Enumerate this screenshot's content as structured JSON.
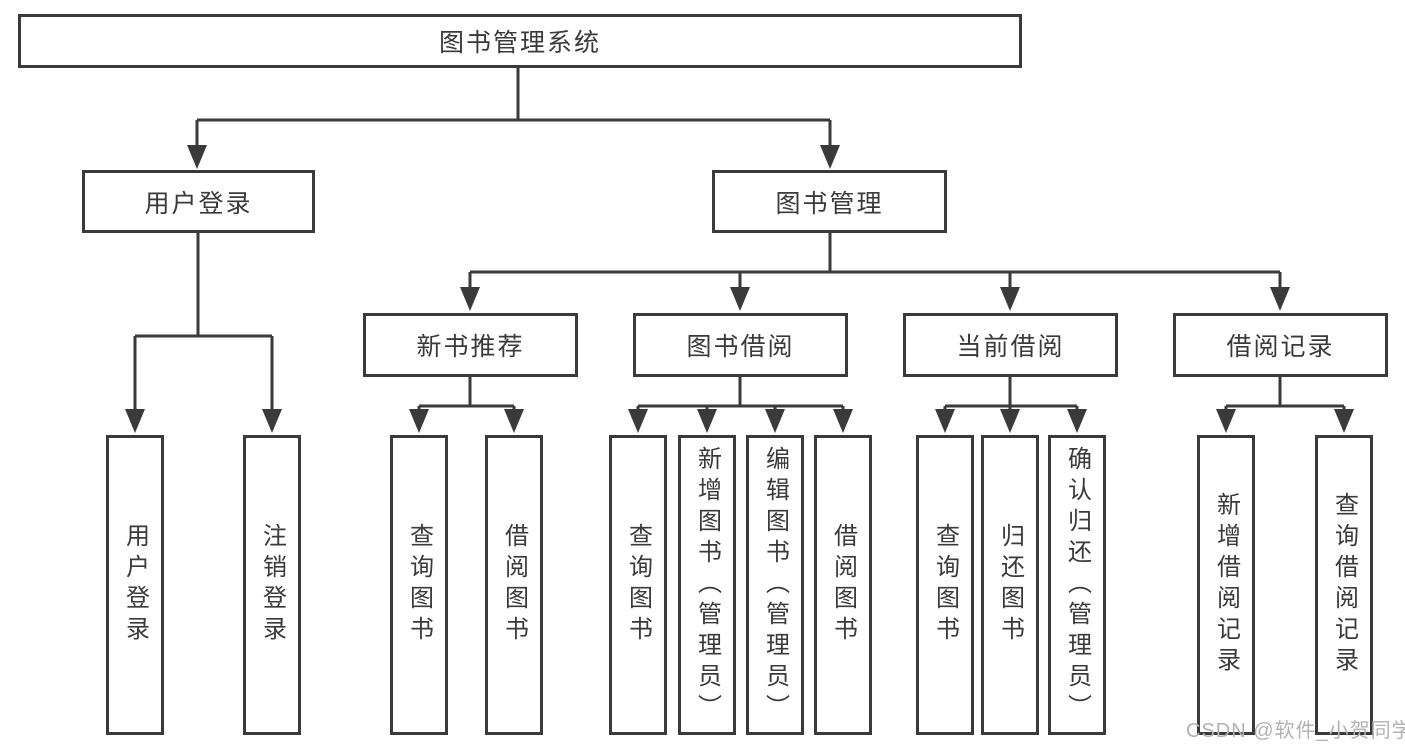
{
  "diagram": {
    "title": "图书管理系统",
    "watermark": "CSDN @软件_小贺同学",
    "colors": {
      "line": "#3a3a3a",
      "box_border": "#3a3a3a",
      "text": "#3a3a3a",
      "watermark": "#b2b2b2",
      "background": "#ffffff"
    },
    "branches": [
      {
        "label": "用户登录",
        "children": [
          {
            "label": "用户登录"
          },
          {
            "label": "注销登录"
          }
        ]
      },
      {
        "label": "图书管理",
        "children": [
          {
            "label": "新书推荐",
            "children": [
              {
                "label": "查询图书"
              },
              {
                "label": "借阅图书"
              }
            ]
          },
          {
            "label": "图书借阅",
            "children": [
              {
                "label": "查询图书"
              },
              {
                "label": "新增图书（管理员）"
              },
              {
                "label": "编辑图书（管理员）"
              },
              {
                "label": "借阅图书"
              }
            ]
          },
          {
            "label": "当前借阅",
            "children": [
              {
                "label": "查询图书"
              },
              {
                "label": "归还图书"
              },
              {
                "label": "确认归还（管理员）"
              }
            ]
          },
          {
            "label": "借阅记录",
            "children": [
              {
                "label": "新增借阅记录"
              },
              {
                "label": "查询借阅记录"
              }
            ]
          }
        ]
      }
    ]
  }
}
